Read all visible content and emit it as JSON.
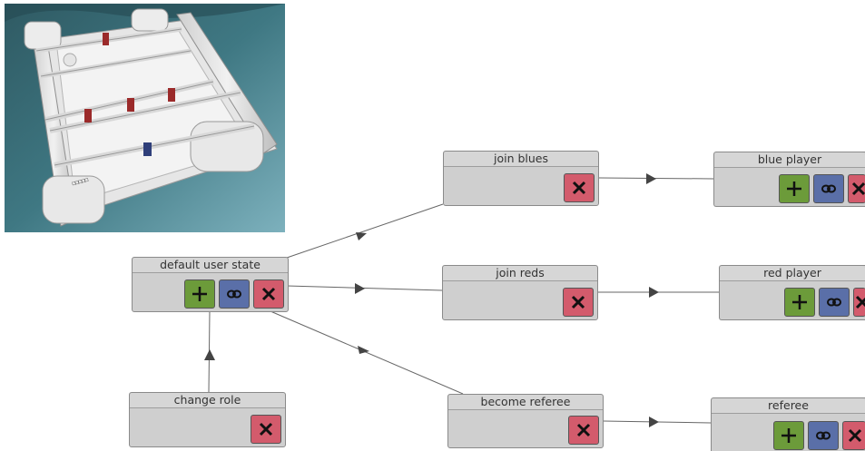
{
  "nodes": {
    "default_user_state": {
      "title": "default user state",
      "buttons": [
        "add",
        "link",
        "delete"
      ]
    },
    "join_blues": {
      "title": "join blues",
      "buttons": [
        "delete"
      ]
    },
    "join_reds": {
      "title": "join reds",
      "buttons": [
        "delete"
      ]
    },
    "become_referee": {
      "title": "become referee",
      "buttons": [
        "delete"
      ]
    },
    "change_role": {
      "title": "change role",
      "buttons": [
        "delete"
      ]
    },
    "blue_player": {
      "title": "blue player",
      "buttons": [
        "add",
        "link",
        "delete"
      ]
    },
    "red_player": {
      "title": "red player",
      "buttons": [
        "add",
        "link",
        "delete"
      ]
    },
    "referee": {
      "title": "referee",
      "buttons": [
        "add",
        "link",
        "delete"
      ]
    }
  },
  "edges": [
    {
      "from": "default_user_state",
      "to": "join_blues"
    },
    {
      "from": "default_user_state",
      "to": "join_reds"
    },
    {
      "from": "default_user_state",
      "to": "become_referee"
    },
    {
      "from": "change_role",
      "to": "default_user_state"
    },
    {
      "from": "join_blues",
      "to": "blue_player"
    },
    {
      "from": "join_reds",
      "to": "red_player"
    },
    {
      "from": "become_referee",
      "to": "referee"
    }
  ],
  "icons": {
    "add": "plus-icon",
    "link": "chain-link-icon",
    "delete": "close-icon"
  },
  "colors": {
    "add_button": "#6c9b3a",
    "link_button": "#5a6fa8",
    "delete_button": "#d35b6c",
    "node_bg": "#cfcfcf",
    "edge": "#555555"
  }
}
